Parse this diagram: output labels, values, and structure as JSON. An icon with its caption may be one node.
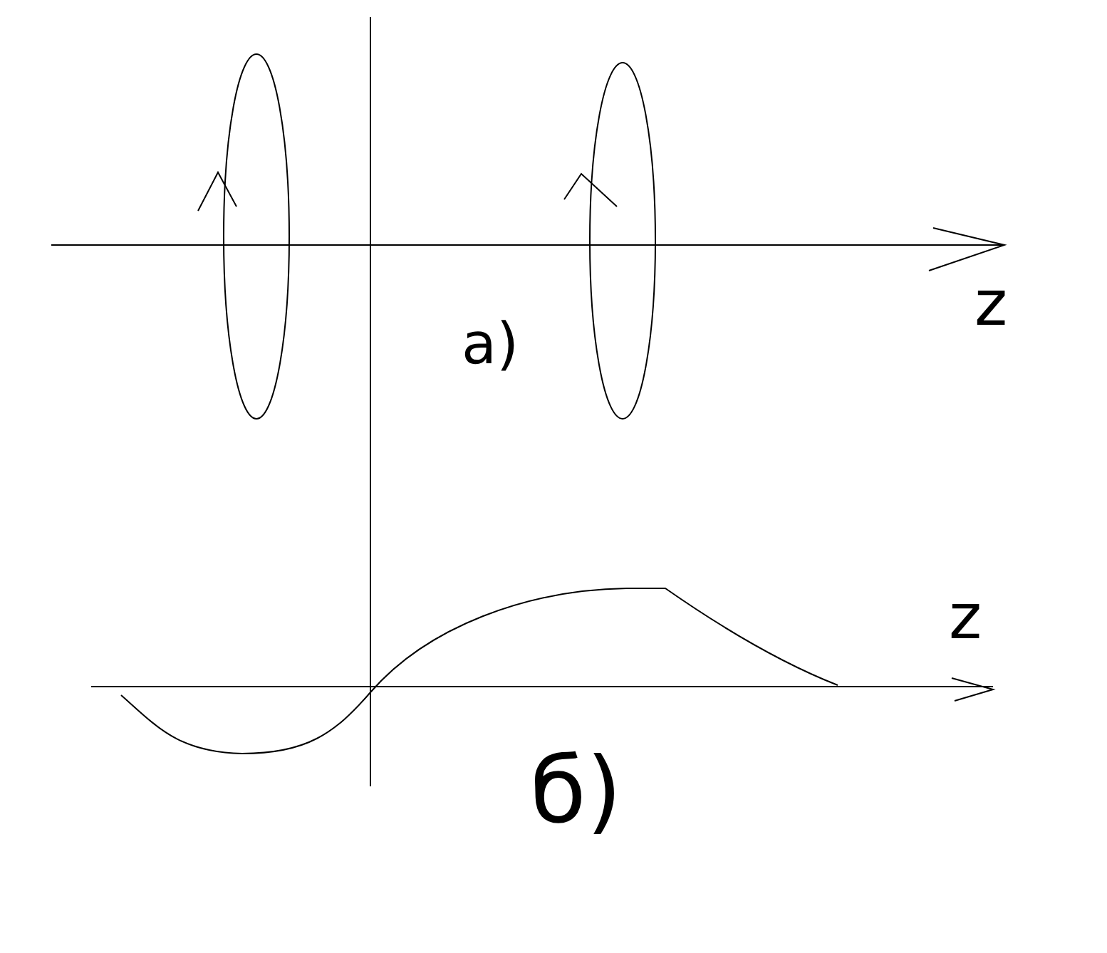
{
  "diagram": {
    "labels": [
      "z",
      "a)",
      "z",
      "б)"
    ]
  }
}
